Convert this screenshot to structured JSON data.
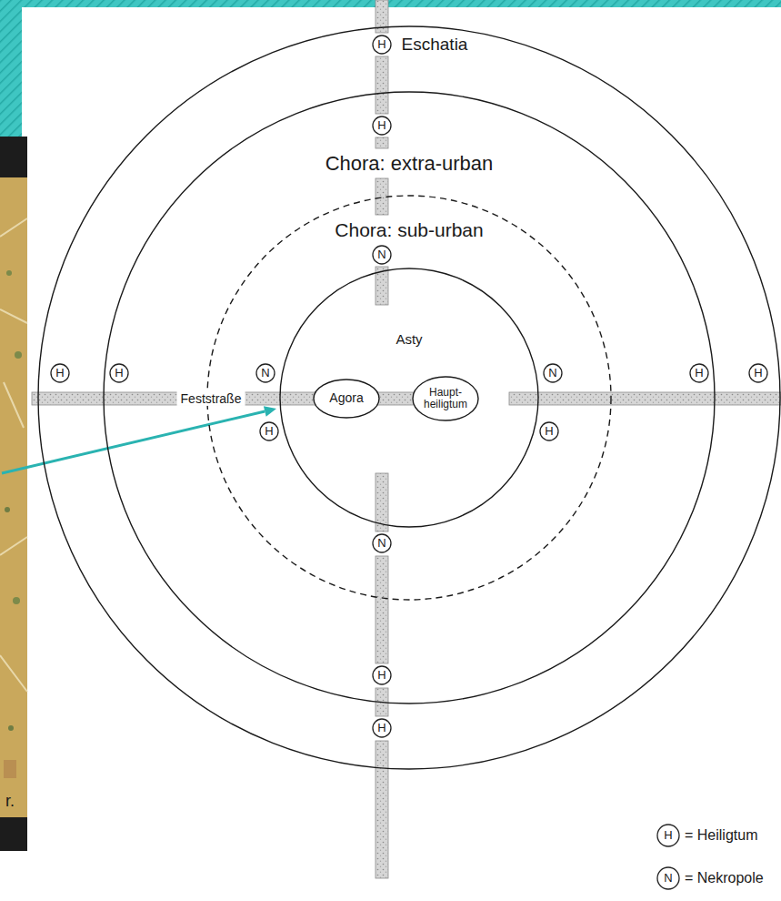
{
  "diagram": {
    "nodes": [
      {
        "text": [
          "Eschatia"
        ]
      },
      {
        "text": [
          "H"
        ],
        "in": 0
      },
      {
        "text": [
          "Chora: extra-urban"
        ],
        "in": 0
      },
      {
        "text": [
          "H"
        ],
        "in": 2
      },
      {
        "text": [
          "Chora: sub-urban"
        ],
        "in": 2
      },
      {
        "text": [
          "N"
        ],
        "in": 4
      },
      {
        "text": [
          "Asty"
        ],
        "in": 4
      },
      {
        "text": [
          "H"
        ],
        "in": 0
      },
      {
        "text": [
          "H"
        ],
        "in": 2
      },
      {
        "text": [
          "N"
        ],
        "in": 4
      },
      {
        "text": [
          "Agora"
        ],
        "in": 6
      },
      {
        "text": [
          "Haupt- heiligtum"
        ],
        "in": 6
      },
      {
        "text": [
          "N"
        ],
        "in": 4
      },
      {
        "text": [
          "H"
        ],
        "in": 2
      },
      {
        "text": [
          "H"
        ],
        "in": 0
      },
      {
        "text": [
          "H"
        ],
        "in": 4
      },
      {
        "text": [
          "H"
        ],
        "in": 4
      },
      {
        "text": [
          "N"
        ],
        "in": 4
      },
      {
        "text": [
          "H"
        ],
        "in": 2
      },
      {
        "text": [
          "H"
        ],
        "in": 0
      }
    ],
    "labels": [
      "Feststraße",
      "r.",
      "H",
      "N"
    ],
    "legend": [
      {
        "text": "= Heiligtum"
      },
      {
        "text": "= Nekropole"
      }
    ]
  }
}
